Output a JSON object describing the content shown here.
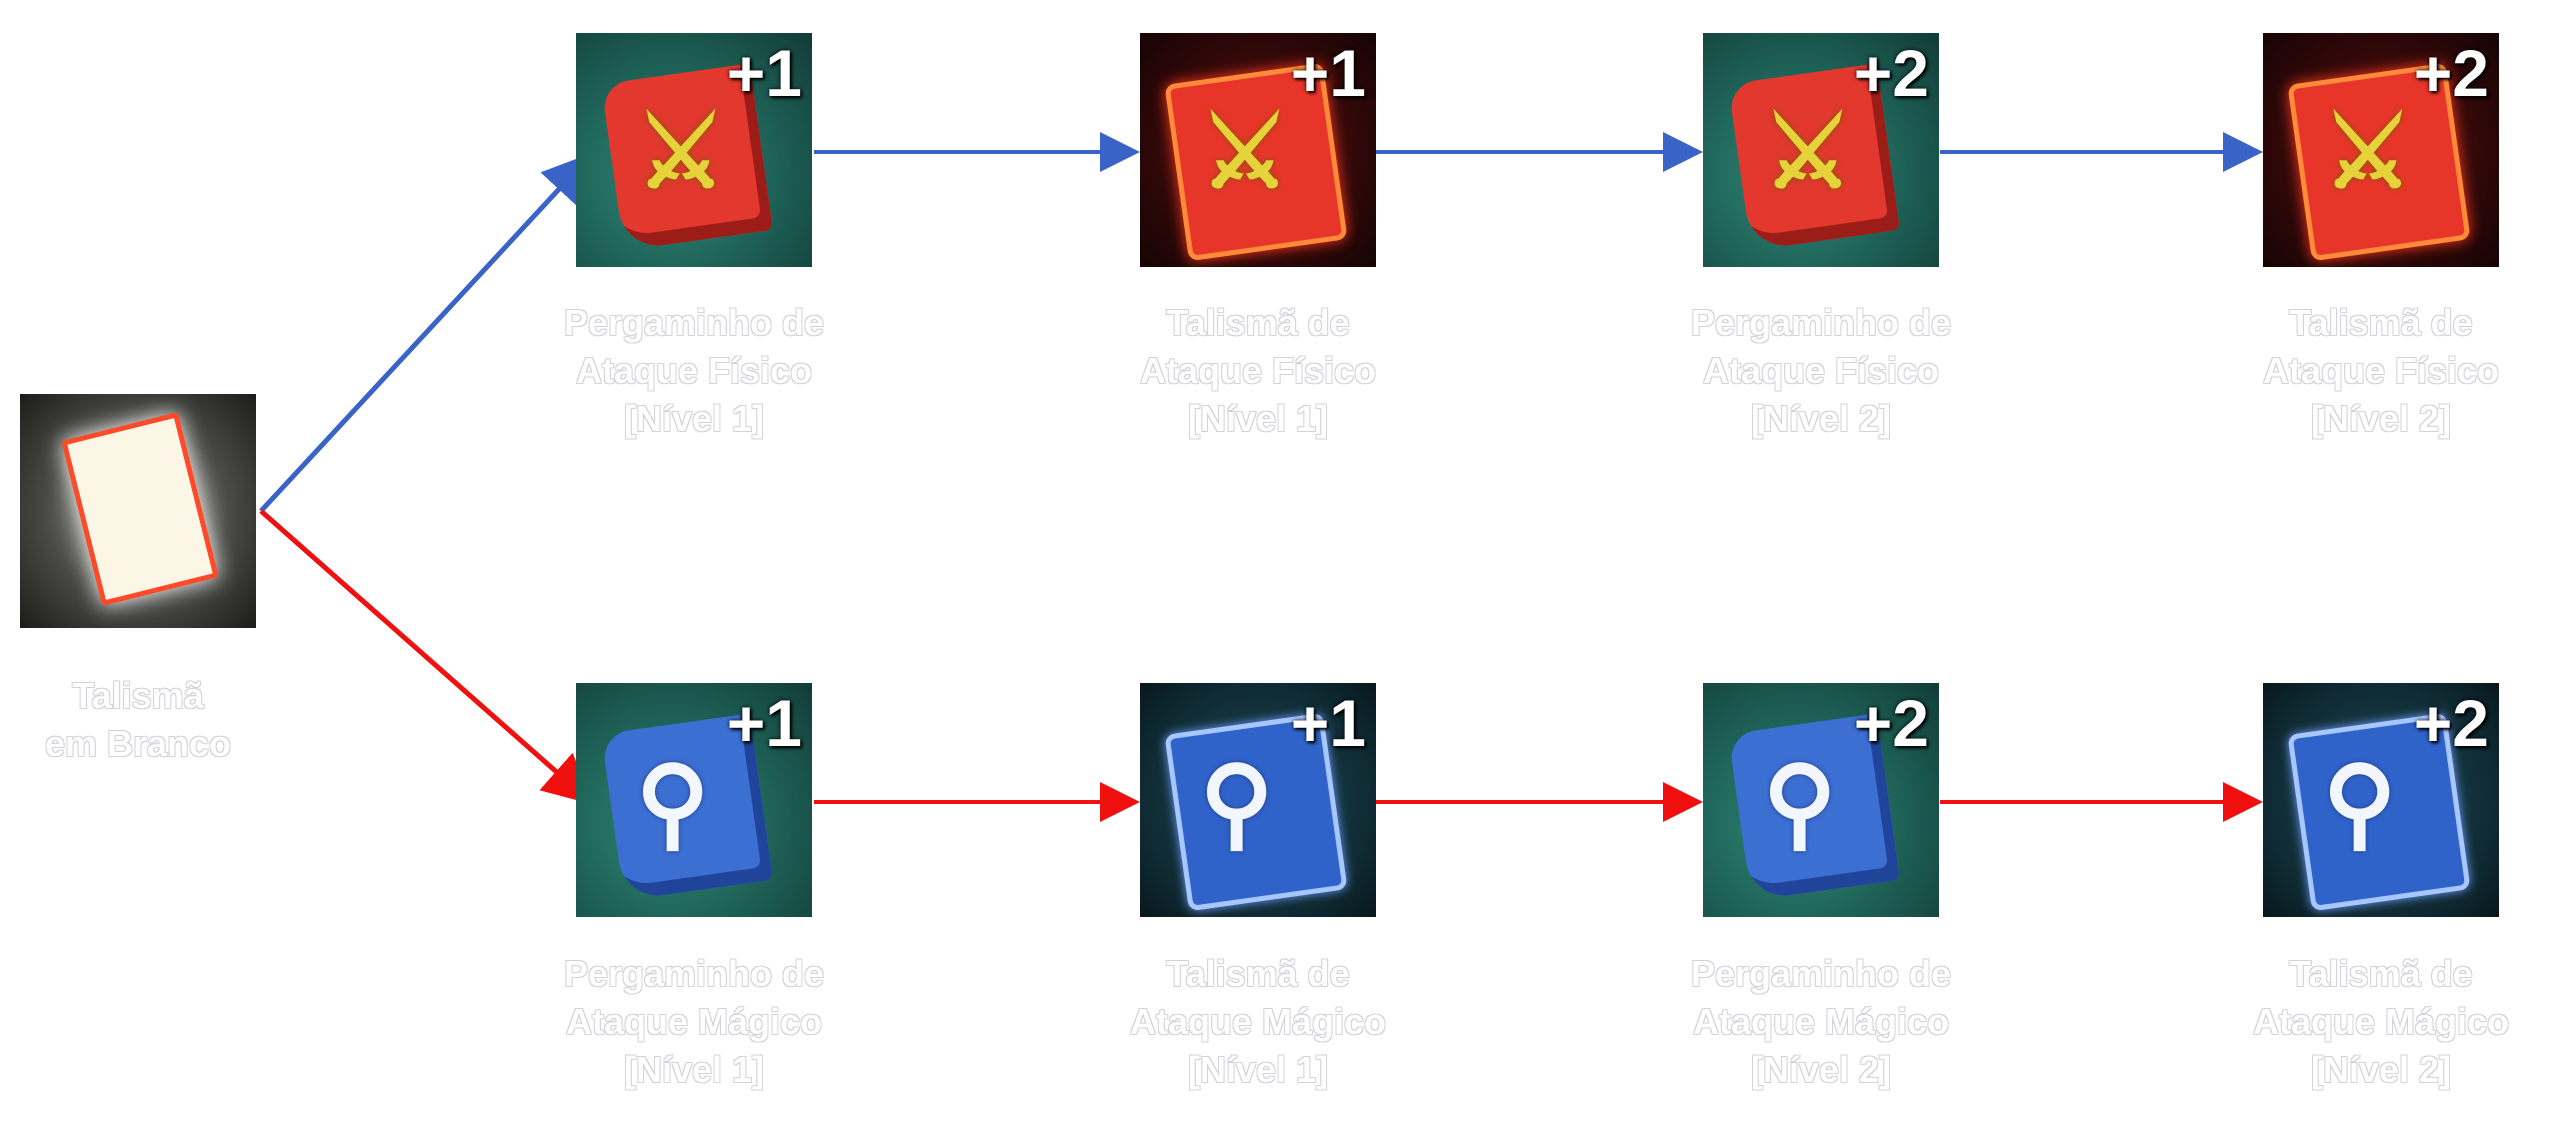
{
  "colors": {
    "physical_path": "#3a63c8",
    "magic_path": "#f01010"
  },
  "start": {
    "label_line1": "Talismã",
    "label_line2": "em Branco",
    "icon": "blank-talisman-icon"
  },
  "physical": [
    {
      "line1": "Pergaminho de",
      "line2": "Ataque Físico",
      "line3": "[Nível 1]",
      "badge": "+1",
      "kind": "scroll"
    },
    {
      "line1": "Talismã de",
      "line2": "Ataque Físico",
      "line3": "[Nível 1]",
      "badge": "+1",
      "kind": "talisman"
    },
    {
      "line1": "Pergaminho de",
      "line2": "Ataque Físico",
      "line3": "[Nível 2]",
      "badge": "+2",
      "kind": "scroll"
    },
    {
      "line1": "Talismã de",
      "line2": "Ataque Físico",
      "line3": "[Nível 2]",
      "badge": "+2",
      "kind": "talisman"
    }
  ],
  "magic": [
    {
      "line1": "Pergaminho de",
      "line2": "Ataque Mágico",
      "line3": "[Nível 1]",
      "badge": "+1",
      "kind": "scroll"
    },
    {
      "line1": "Talismã de",
      "line2": "Ataque Mágico",
      "line3": "[Nível 1]",
      "badge": "+1",
      "kind": "talisman"
    },
    {
      "line1": "Pergaminho de",
      "line2": "Ataque Mágico",
      "line3": "[Nível 2]",
      "badge": "+2",
      "kind": "scroll"
    },
    {
      "line1": "Talismã de",
      "line2": "Ataque Mágico",
      "line3": "[Nível 2]",
      "badge": "+2",
      "kind": "talisman"
    }
  ]
}
